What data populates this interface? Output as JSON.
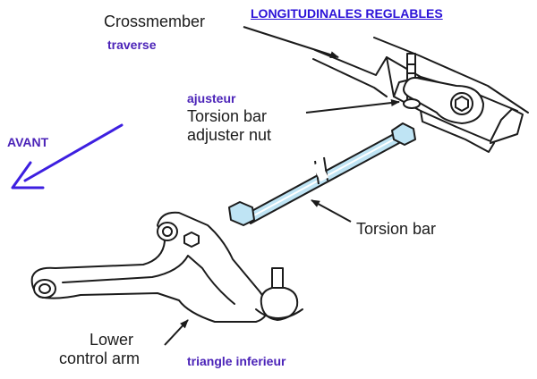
{
  "title": "LONGITUDINALES REGLABLES",
  "direction": {
    "label": "AVANT",
    "color": "#3d1fe0"
  },
  "labels": {
    "crossmember": {
      "en": "Crossmember",
      "fr": "traverse"
    },
    "adjuster": {
      "en_line1": "Torsion bar",
      "en_line2": "adjuster nut",
      "fr": "ajusteur"
    },
    "torsion_bar": {
      "en": "Torsion bar"
    },
    "control_arm": {
      "en_line1": "Lower",
      "en_line2": "control arm",
      "fr": "triangle inferieur"
    }
  },
  "colors": {
    "ink": "#1b1b1b",
    "torsion_bar_fill": "#bfe4f4",
    "french_label": "#4b23b8",
    "title": "#2b12d8"
  },
  "icons": {
    "front_arrow": "arrow-down-left-icon"
  }
}
